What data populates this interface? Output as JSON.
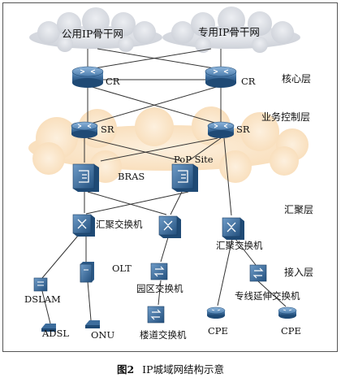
{
  "clouds": {
    "public": "公用IP骨干网",
    "private": "专用IP骨干网"
  },
  "layers": {
    "core": "核心层",
    "service_control": "业务控制层",
    "aggregation": "汇聚层",
    "access": "接入层"
  },
  "devices": {
    "cr_left": "CR",
    "cr_right": "CR",
    "sr_left": "SR",
    "sr_right": "SR",
    "bras": "BRAS",
    "pop_site": "PoP Site",
    "agg_switch_left": "汇聚交换机",
    "agg_switch_right": "汇聚交换机",
    "olt": "OLT",
    "dslam": "DSLAM",
    "adsl": "ADSL",
    "onu": "ONU",
    "campus_switch": "园区交换机",
    "corridor_switch": "楼道交换机",
    "private_ext_switch": "专线延伸交换机",
    "cpe_left": "CPE",
    "cpe_right": "CPE"
  },
  "caption": {
    "figure": "图2",
    "title": "IP城域网结构示意"
  },
  "colors": {
    "cloud_fill": "#d6d9df",
    "service_band": "#fbe8cf",
    "router_blue": "#2f5f8e",
    "line": "#333333"
  }
}
